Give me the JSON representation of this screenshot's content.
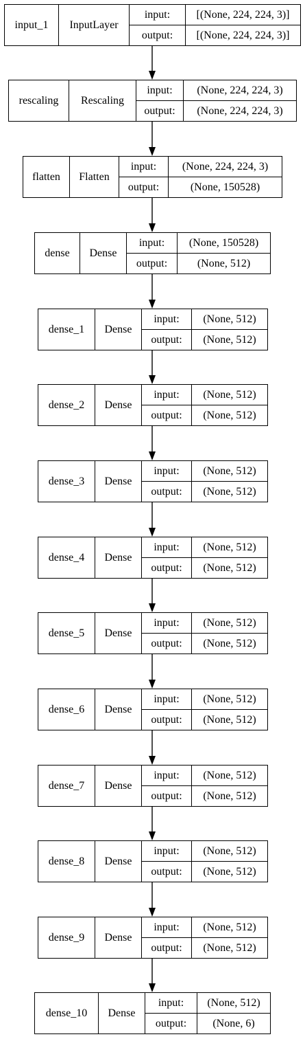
{
  "io_labels": {
    "input": "input:",
    "output": "output:"
  },
  "layers": [
    {
      "name": "input_1",
      "type": "InputLayer",
      "input": "[(None, 224, 224, 3)]",
      "output": "[(None, 224, 224, 3)]"
    },
    {
      "name": "rescaling",
      "type": "Rescaling",
      "input": "(None, 224, 224, 3)",
      "output": "(None, 224, 224, 3)"
    },
    {
      "name": "flatten",
      "type": "Flatten",
      "input": "(None, 224, 224, 3)",
      "output": "(None, 150528)"
    },
    {
      "name": "dense",
      "type": "Dense",
      "input": "(None, 150528)",
      "output": "(None, 512)"
    },
    {
      "name": "dense_1",
      "type": "Dense",
      "input": "(None, 512)",
      "output": "(None, 512)"
    },
    {
      "name": "dense_2",
      "type": "Dense",
      "input": "(None, 512)",
      "output": "(None, 512)"
    },
    {
      "name": "dense_3",
      "type": "Dense",
      "input": "(None, 512)",
      "output": "(None, 512)"
    },
    {
      "name": "dense_4",
      "type": "Dense",
      "input": "(None, 512)",
      "output": "(None, 512)"
    },
    {
      "name": "dense_5",
      "type": "Dense",
      "input": "(None, 512)",
      "output": "(None, 512)"
    },
    {
      "name": "dense_6",
      "type": "Dense",
      "input": "(None, 512)",
      "output": "(None, 512)"
    },
    {
      "name": "dense_7",
      "type": "Dense",
      "input": "(None, 512)",
      "output": "(None, 512)"
    },
    {
      "name": "dense_8",
      "type": "Dense",
      "input": "(None, 512)",
      "output": "(None, 512)"
    },
    {
      "name": "dense_9",
      "type": "Dense",
      "input": "(None, 512)",
      "output": "(None, 512)"
    },
    {
      "name": "dense_10",
      "type": "Dense",
      "input": "(None, 512)",
      "output": "(None, 6)"
    }
  ]
}
